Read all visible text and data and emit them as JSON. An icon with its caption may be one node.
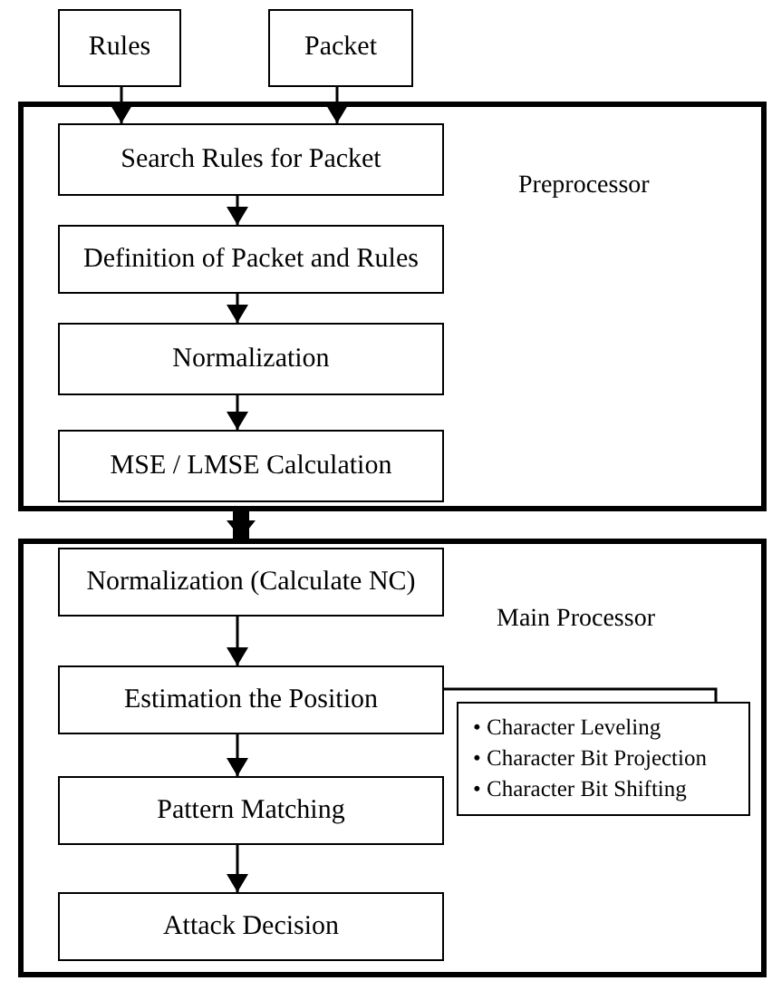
{
  "diagram": {
    "nodes": [
      {
        "text": [
          "Rules"
        ]
      },
      {
        "text": [
          "Packet"
        ]
      },
      {
        "text": [
          "Preprocessor"
        ]
      },
      {
        "text": [
          "Search Rules for Packet"
        ],
        "in": 2
      },
      {
        "text": [
          "Definition of Packet and Rules"
        ],
        "in": 2
      },
      {
        "text": [
          "Normalization"
        ],
        "in": 2
      },
      {
        "text": [
          "MSE / LMSE Calculation"
        ],
        "in": 2
      },
      {
        "text": [
          "Main Processor"
        ]
      },
      {
        "text": [
          "Normalization (Calculate NC)"
        ],
        "in": 7
      },
      {
        "text": [
          "Estimation the Position"
        ],
        "in": 7
      },
      {
        "text": [
          "Pattern Matching"
        ],
        "in": 7
      },
      {
        "text": [
          "Attack Decision"
        ],
        "in": 7
      },
      {
        "text": [
          "• Character Leveling",
          "• Character Bit Projection",
          "• Character Bit Shifting"
        ],
        "in": 7
      }
    ],
    "edges": [
      {
        "from": 0,
        "to": 3,
        "arrow": "to"
      },
      {
        "from": 1,
        "to": 3,
        "arrow": "to"
      },
      {
        "from": 3,
        "to": 4,
        "arrow": "to"
      },
      {
        "from": 4,
        "to": 5,
        "arrow": "to"
      },
      {
        "from": 5,
        "to": 6,
        "arrow": "to"
      },
      {
        "from": 2,
        "to": 7,
        "arrow": "to",
        "style": "thick"
      },
      {
        "from": 8,
        "to": 9,
        "arrow": "to"
      },
      {
        "from": 9,
        "to": 10,
        "arrow": "to"
      },
      {
        "from": 10,
        "to": 11,
        "arrow": "to"
      },
      {
        "from": 9,
        "to": 12,
        "arrow": "none"
      }
    ]
  }
}
